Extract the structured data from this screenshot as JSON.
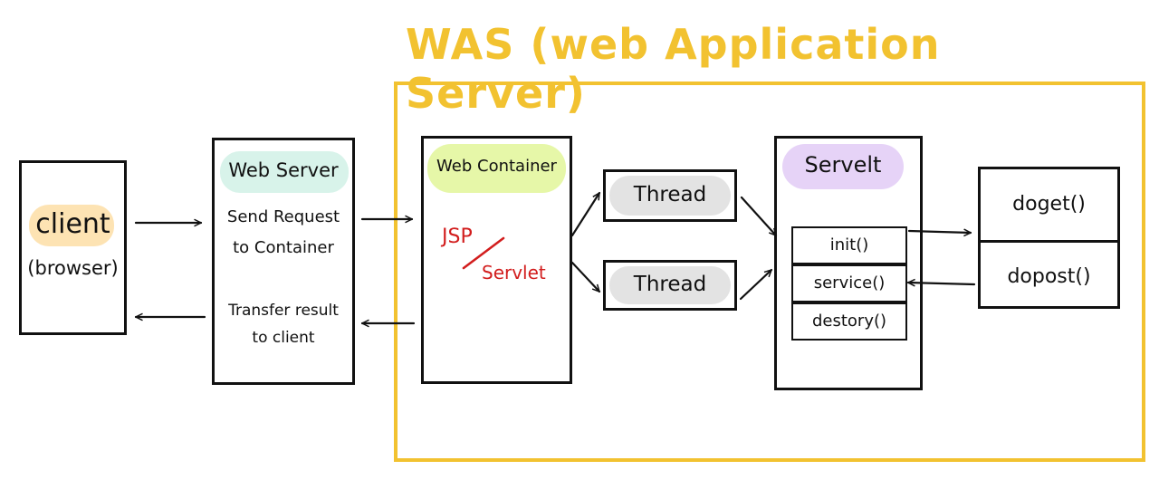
{
  "colors": {
    "was_yellow": "#f2c230",
    "client_highlight": "#fde3b3",
    "webserver_highlight": "#d8f3ea",
    "container_highlight": "#e6f7a8",
    "servlet_highlight": "#e6d3f7",
    "thread_pill": "#e3e3e3",
    "jsp_red": "#d21d1d"
  },
  "was": {
    "title": "WAS (web Application Server)"
  },
  "client": {
    "label": "client",
    "sublabel": "(browser)"
  },
  "web_server": {
    "title": "Web Server",
    "send_line1": "Send Request",
    "send_line2": "to Container",
    "transfer_line1": "Transfer result",
    "transfer_line2": "to client"
  },
  "web_container": {
    "title": "Web Container",
    "jsp": "JSP",
    "servlet": "Servlet"
  },
  "threads": [
    {
      "label": "Thread"
    },
    {
      "label": "Thread"
    }
  ],
  "servlet": {
    "title": "Servelt",
    "methods": [
      "init()",
      "service()",
      "destory()"
    ]
  },
  "handlers": [
    "doget()",
    "dopost()"
  ]
}
